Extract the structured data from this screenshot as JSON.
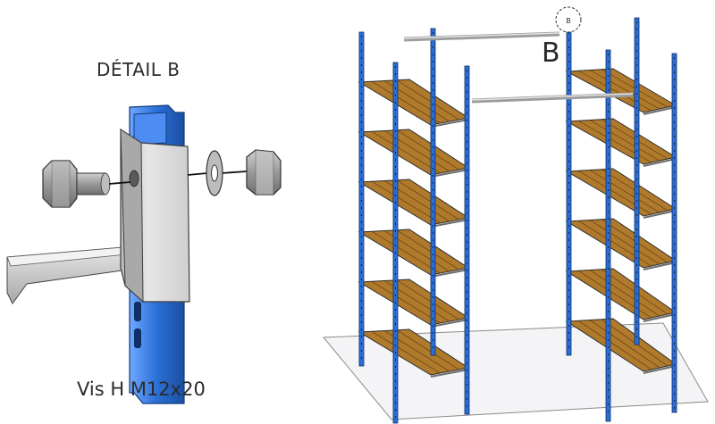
{
  "detail": {
    "title": "DÉTAIL B",
    "caption": "Vis H M12x20"
  },
  "callout": {
    "letter": "B",
    "circle_text": "B"
  },
  "shelving": {
    "levels": 6,
    "upright_color": "#2a6fd6",
    "shelf_color": "#b07a2c",
    "bar_color": "#c8c8c8"
  },
  "colors": {
    "upright_blue": "#2a6fd6",
    "steel_grey": "#d4d4d4",
    "bolt_grey": "#9a9a9a",
    "wood": "#b07a2c"
  }
}
